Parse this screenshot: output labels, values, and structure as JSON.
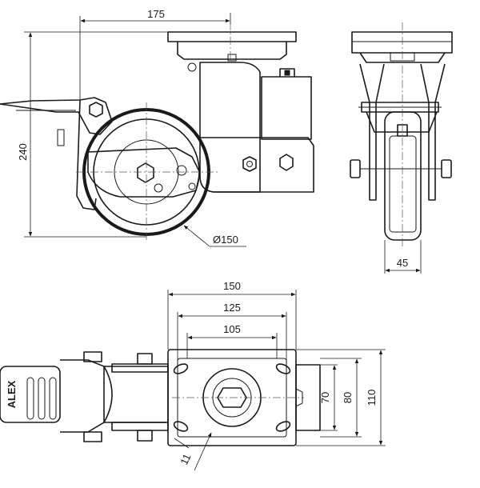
{
  "dimensions": {
    "side_width": "175",
    "height": "240",
    "wheel_diameter": "Ø150",
    "wheel_width": "45",
    "plate_length": "150",
    "hole_spacing_length": "125",
    "plate_inner_length": "105",
    "hole_spacing_width": "70",
    "plate_inner_width": "80",
    "plate_width": "110",
    "bolt_hole": "11"
  },
  "brand": "ALEX"
}
